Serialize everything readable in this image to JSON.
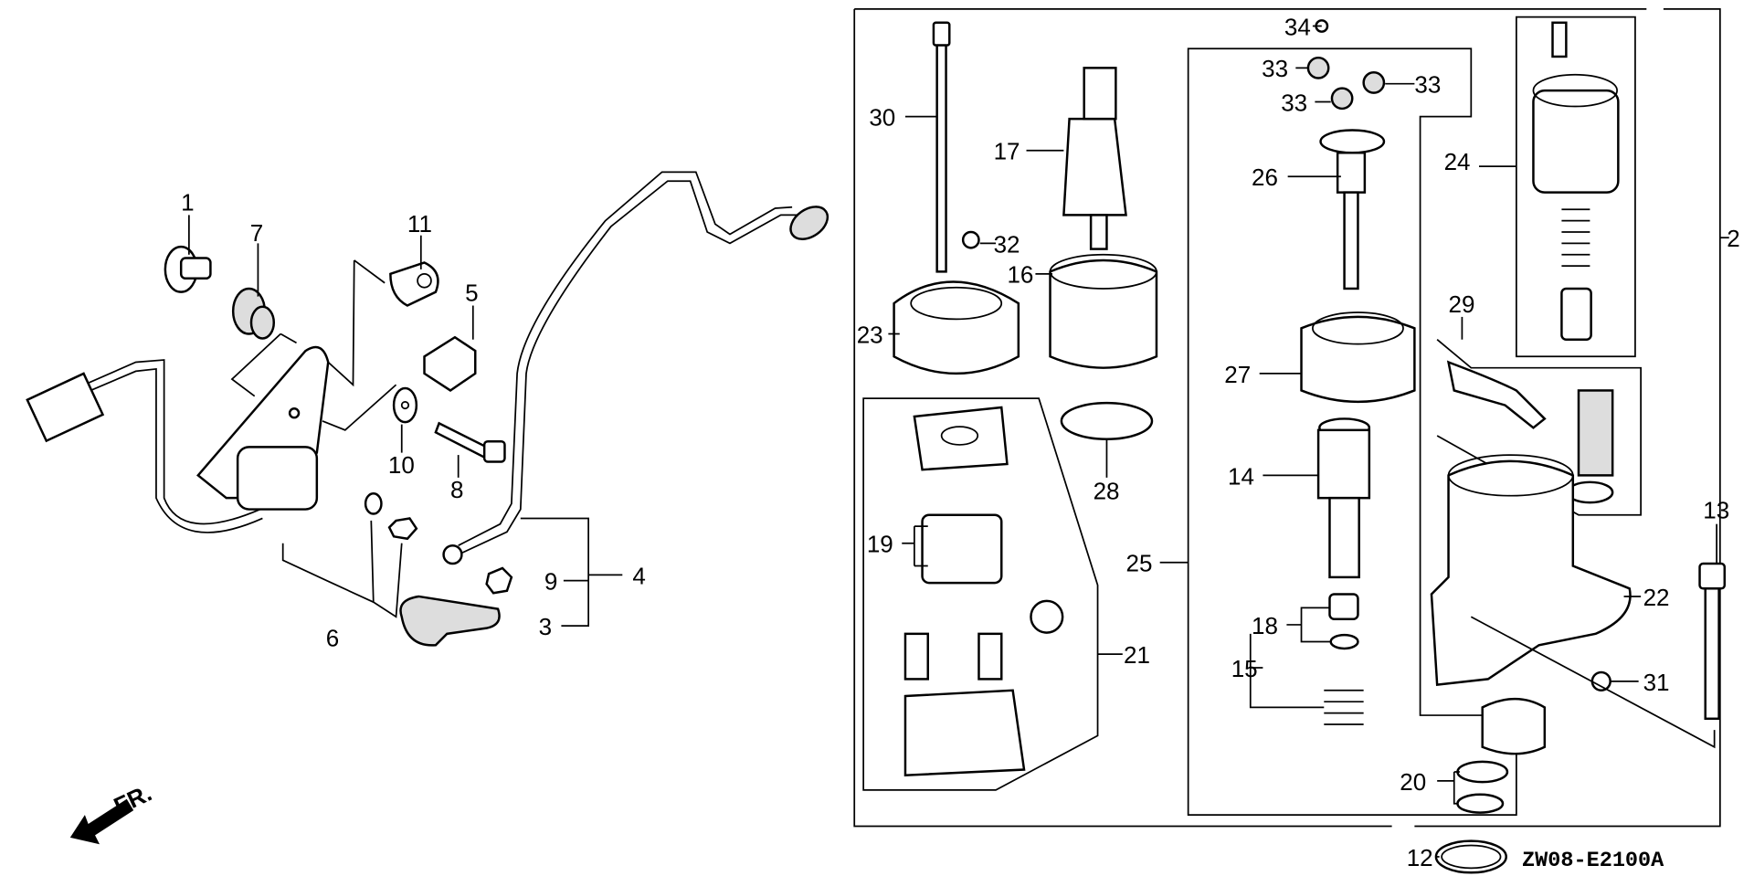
{
  "diagram": {
    "callouts": [
      "1",
      "7",
      "11",
      "5",
      "10",
      "8",
      "6",
      "9",
      "3",
      "4",
      "30",
      "17",
      "32",
      "16",
      "23",
      "28",
      "19",
      "21",
      "34",
      "33",
      "33",
      "33",
      "26",
      "27",
      "14",
      "25",
      "18",
      "15",
      "20",
      "24",
      "2",
      "29",
      "13",
      "22",
      "31",
      "12"
    ],
    "drawing_code": "ZW08-E2100A",
    "direction_marker": "FR."
  }
}
